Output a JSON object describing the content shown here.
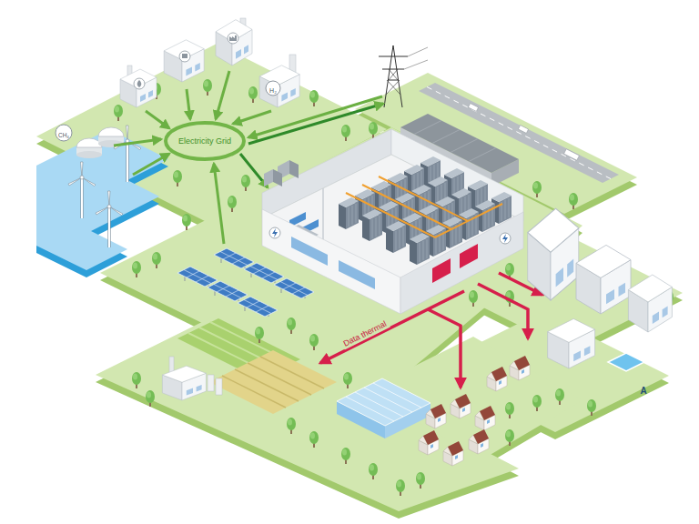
{
  "diagram": {
    "nodes": [
      {
        "text": [
          "Electricity Grid"
        ]
      }
    ],
    "labels": [
      "H₂",
      "CH₄",
      "Data thermal",
      "A"
    ]
  }
}
